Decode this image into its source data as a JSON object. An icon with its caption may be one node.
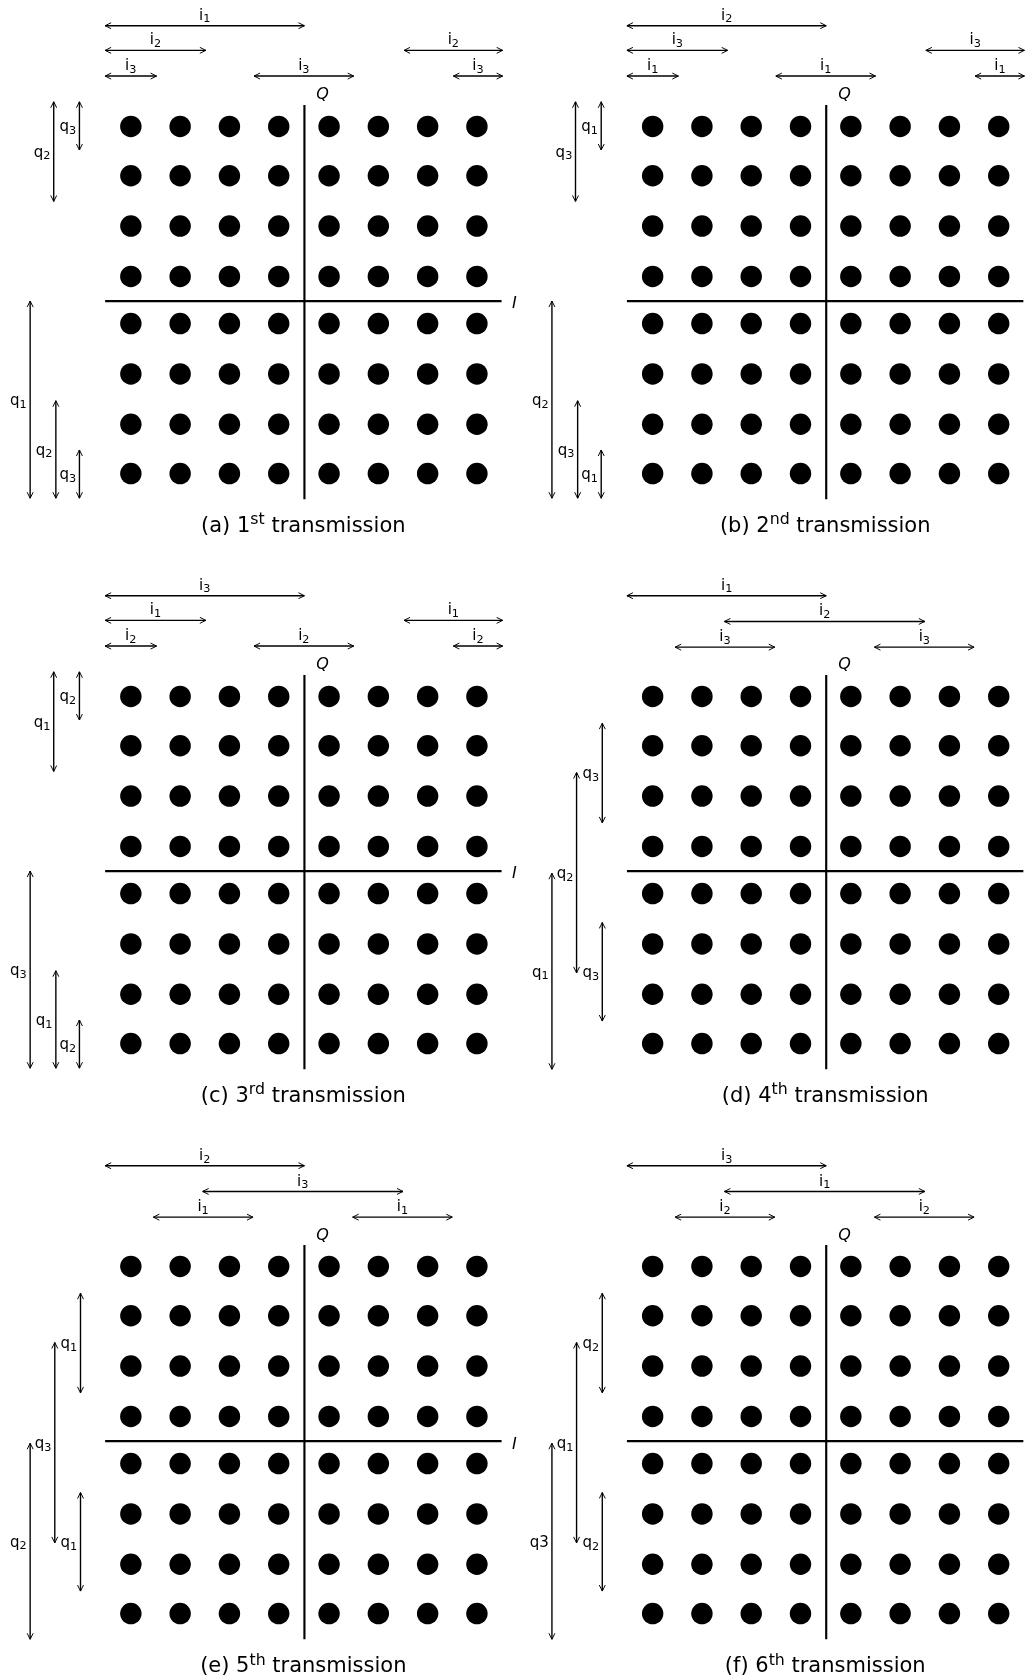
{
  "diagram": {
    "labels": [
      "i$_{1}$",
      "i$_{2}$",
      "i$_{3}$",
      "i$_{3}$",
      "i$_{2}$",
      "i$_{3}$",
      "Q",
      "q$_{3}$",
      "q$_{2}$",
      "q$_{1}$",
      "q$_{2}$",
      "q$_{3}$",
      "I",
      "(a) 1$^{st}$ transmission",
      "i$_{2}$",
      "i$_{3}$",
      "i$_{1}$",
      "i$_{1}$",
      "i$_{3}$",
      "i$_{1}$",
      "Q",
      "q$_{1}$",
      "q$_{3}$",
      "q$_{2}$",
      "q$_{3}$",
      "q$_{1}$",
      "(b) 2$^{nd}$ transmission",
      "i$_{3}$",
      "i$_{1}$",
      "i$_{2}$",
      "i$_{2}$",
      "i$_{1}$",
      "i$_{2}$",
      "Q",
      "q$_{2}$",
      "q$_{1}$",
      "q$_{3}$",
      "q$_{1}$",
      "q$_{2}$",
      "I",
      "(c) 3$^{rd}$ transmission",
      "i$_{1}$",
      "i$_{2}$",
      "i$_{3}$",
      "i$_{3}$",
      "Q",
      "q$_{3}$",
      "q$_{2}$",
      "q$_{1}$",
      "q$_{3}$",
      "(d) 4$^{th}$ transmission",
      "i$_{2}$",
      "i$_{3}$",
      "i$_{1}$",
      "i$_{1}$",
      "Q",
      "q$_{1}$",
      "q$_{3}$",
      "q$_{2}$",
      "q$_{1}$",
      "I",
      "(e) 5$^{th}$ transmission",
      "i$_{3}$",
      "i$_{1}$",
      "i$_{2}$",
      "i$_{2}$",
      "Q",
      "q$_{2}$",
      "q$_{1}$",
      "q3",
      "q$_{2}$",
      "(f) 6$^{th}$ transmission"
    ]
  }
}
